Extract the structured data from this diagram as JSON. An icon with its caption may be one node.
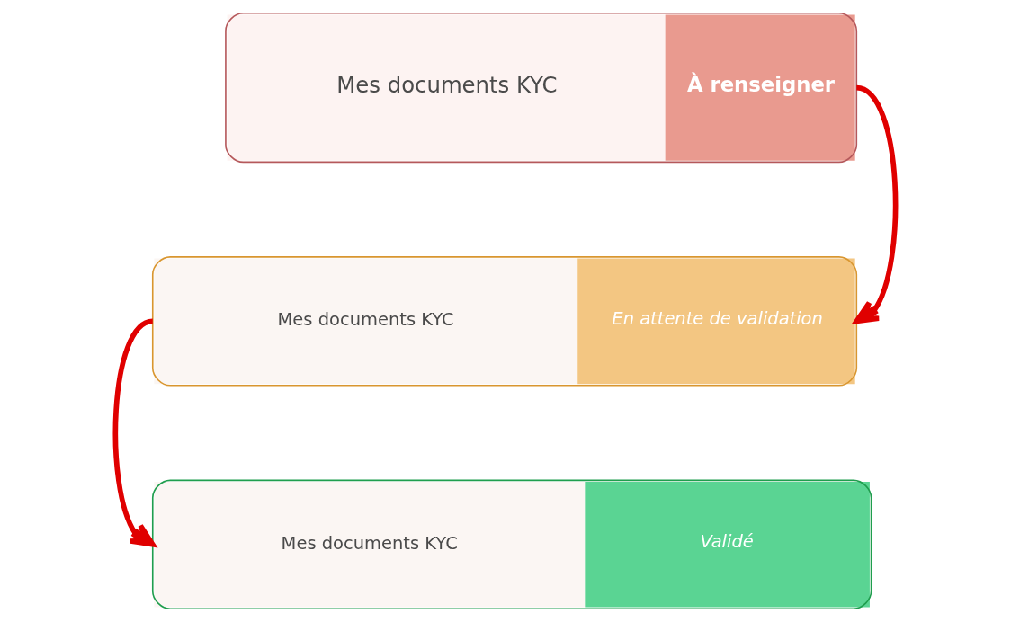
{
  "diagram": {
    "nodes": [
      {
        "text": [
          "Mes documents KYC",
          "À renseigner"
        ]
      },
      {
        "text": [
          "Mes documents KYC",
          "En attente de validation"
        ]
      },
      {
        "text": [
          "Mes documents KYC",
          "Validé"
        ]
      }
    ],
    "edges": [
      {
        "from": 0,
        "to": 1,
        "arrow": "to"
      },
      {
        "from": 1,
        "to": 2,
        "arrow": "to"
      }
    ]
  }
}
